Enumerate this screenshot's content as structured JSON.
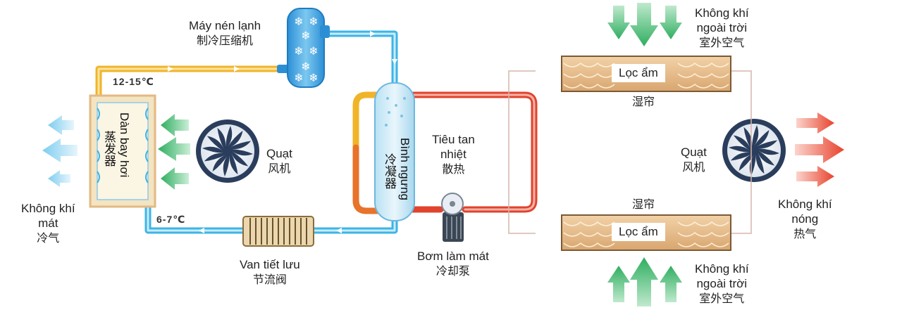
{
  "compressor": {
    "vi": "Máy nén lạnh",
    "zh": "制冷压缩机"
  },
  "evaporator": {
    "vi": "Dàn bay hơi",
    "zh": "蒸发器"
  },
  "fan_left": {
    "vi": "Quạt",
    "zh": "风机"
  },
  "fan_right": {
    "vi": "Quạt",
    "zh": "风机"
  },
  "cool_air": {
    "vi_line1": "Không khí",
    "vi_line2": "mát",
    "zh": "冷气"
  },
  "temp_top": "12-15℃",
  "temp_bottom": "6-7℃",
  "expansion_valve": {
    "vi": "Van tiết lưu",
    "zh": "节流阀"
  },
  "condenser": {
    "vi": "Bình ngưng",
    "zh": "冷凝器"
  },
  "heat_dissipation": {
    "vi_line1": "Tiêu tan",
    "vi_line2": "nhiệt",
    "zh": "散热"
  },
  "cooling_pump": {
    "vi": "Bơm làm mát",
    "zh": "冷却泵"
  },
  "outside_air_top": {
    "vi_line1": "Không khí",
    "vi_line2": "ngoài trời",
    "zh": "室外空气"
  },
  "outside_air_bottom": {
    "vi_line1": "Không khí",
    "vi_line2": "ngoài trời",
    "zh": "室外空气"
  },
  "pad_top": {
    "vi": "Lọc ẩm",
    "zh": "湿帘"
  },
  "pad_bottom": {
    "vi": "Lọc ẩm",
    "zh": "湿帘"
  },
  "hot_air": {
    "vi_line1": "Không khí",
    "vi_line2": "nóng",
    "zh": "热气"
  },
  "colors": {
    "cold_pipe": "#3db4e6",
    "warm_pipe": "#f0b428",
    "hot_pipe": "#e0432e",
    "green_arrow": "#3bb36a",
    "red_arrow": "#ec5a45"
  }
}
